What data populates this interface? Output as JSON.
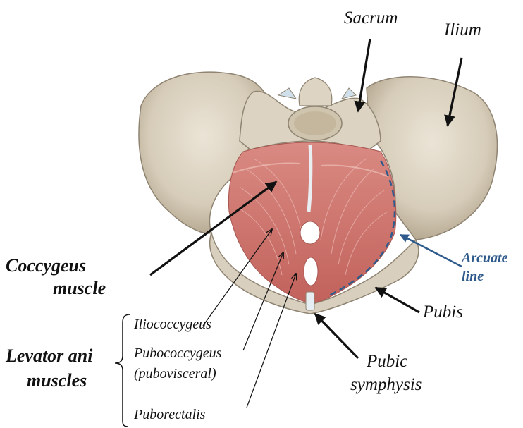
{
  "labels": {
    "sacrum": "Sacrum",
    "ilium": "Ilium",
    "coccygeus_line1": "Coccygeus",
    "coccygeus_line2": "muscle",
    "arcuate_line1": "Arcuate",
    "arcuate_line2": "line",
    "pubis": "Pubis",
    "iliococcygeus": "Iliococcygeus",
    "pubococcygeus_line1": "Pubococcygeus",
    "pubococcygeus_line2": "(pubovisceral)",
    "levator_line1": "Levator ani",
    "levator_line2": "muscles",
    "pubic_symphysis_line1": "Pubic",
    "pubic_symphysis_line2": "symphysis",
    "puborectalis": "Puborectalis"
  },
  "colors": {
    "bone": "#d9d0c0",
    "bone_shadow": "#b5a995",
    "muscle": "#c9706a",
    "muscle_light": "#e0a29a",
    "arcuate": "#2e5a8c"
  }
}
